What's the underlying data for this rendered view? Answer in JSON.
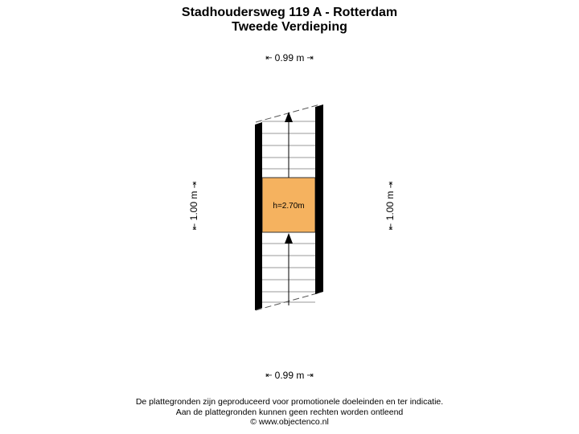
{
  "header": {
    "title": "Stadhoudersweg 119 A - Rotterdam",
    "subtitle": "Tweede Verdieping"
  },
  "dimensions": {
    "top_width": "0.99 m",
    "bottom_width": "0.99 m",
    "left_height": "1.00 m",
    "right_height": "1.00 m"
  },
  "floorplan": {
    "landing_label": "h=2.70m",
    "landing_color": "#f5b25f"
  },
  "footer": {
    "line1": "De plattegronden zijn geproduceerd voor promotionele doeleinden en ter indicatie.",
    "line2": "Aan de plattegronden kunnen geen rechten worden ontleend",
    "line3": "© www.objectenco.nl"
  }
}
